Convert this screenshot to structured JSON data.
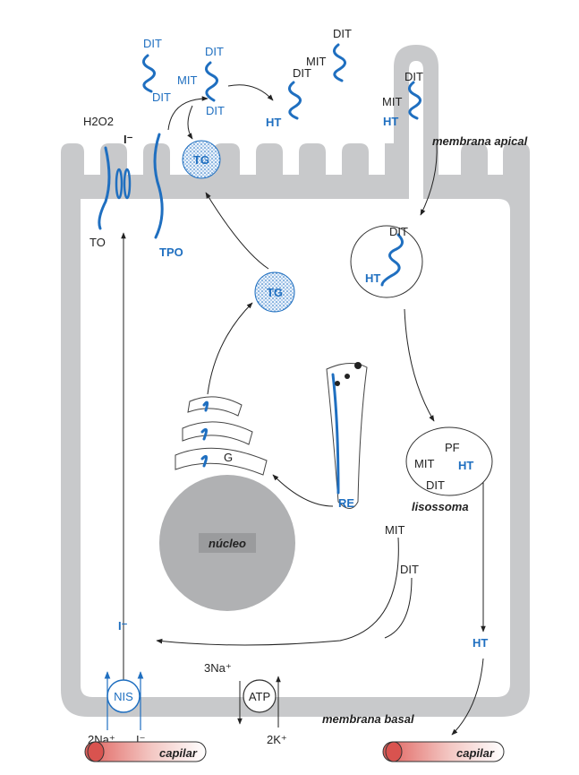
{
  "labels": {
    "dit": "DIT",
    "mit": "MIT",
    "ht": "HT",
    "tg": "TG",
    "h2o2": "H2O2",
    "iodide": "I⁻",
    "to": "TO",
    "tpo": "TPO",
    "g": "G",
    "re": "RE",
    "pf": "PF",
    "nucleo": "núcleo",
    "lisossoma": "lisossoma",
    "membrana_apical": "membrana apical",
    "membrana_basal": "membrana basal",
    "nis": "NIS",
    "atp": "ATP",
    "na3": "3Na⁺",
    "na2": "2Na⁺",
    "k2": "2K⁺",
    "capilar": "capilar"
  },
  "colors": {
    "membrane": "#c8c9cb",
    "blue": "#1f6fc0",
    "nucleus": "#b0b1b3",
    "capillary": "#e86b67"
  }
}
